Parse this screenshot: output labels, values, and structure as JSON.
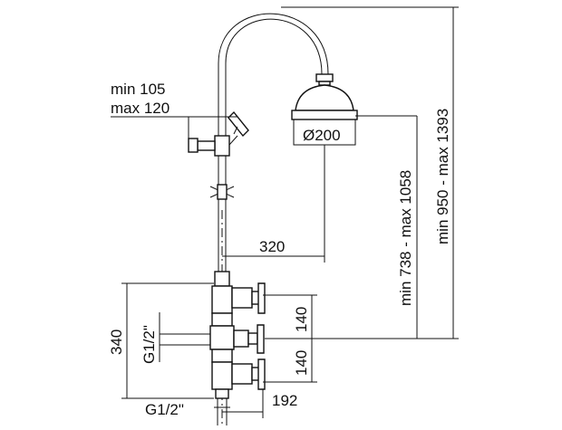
{
  "labels": {
    "arm_min": "min 105",
    "arm_max": "max 120",
    "head_diameter": "Ø200",
    "arm_reach": "320",
    "height_head": "min 738 - max 1058",
    "height_total": "min 950 - max 1393",
    "width_body": "340",
    "inlet_thread_side": "G1/2\"",
    "upper_spacing": "140",
    "lower_spacing": "140",
    "inlet_thread_bottom": "G1/2\"",
    "depth": "192"
  },
  "colors": {
    "line": "#111111",
    "background": "#ffffff"
  }
}
